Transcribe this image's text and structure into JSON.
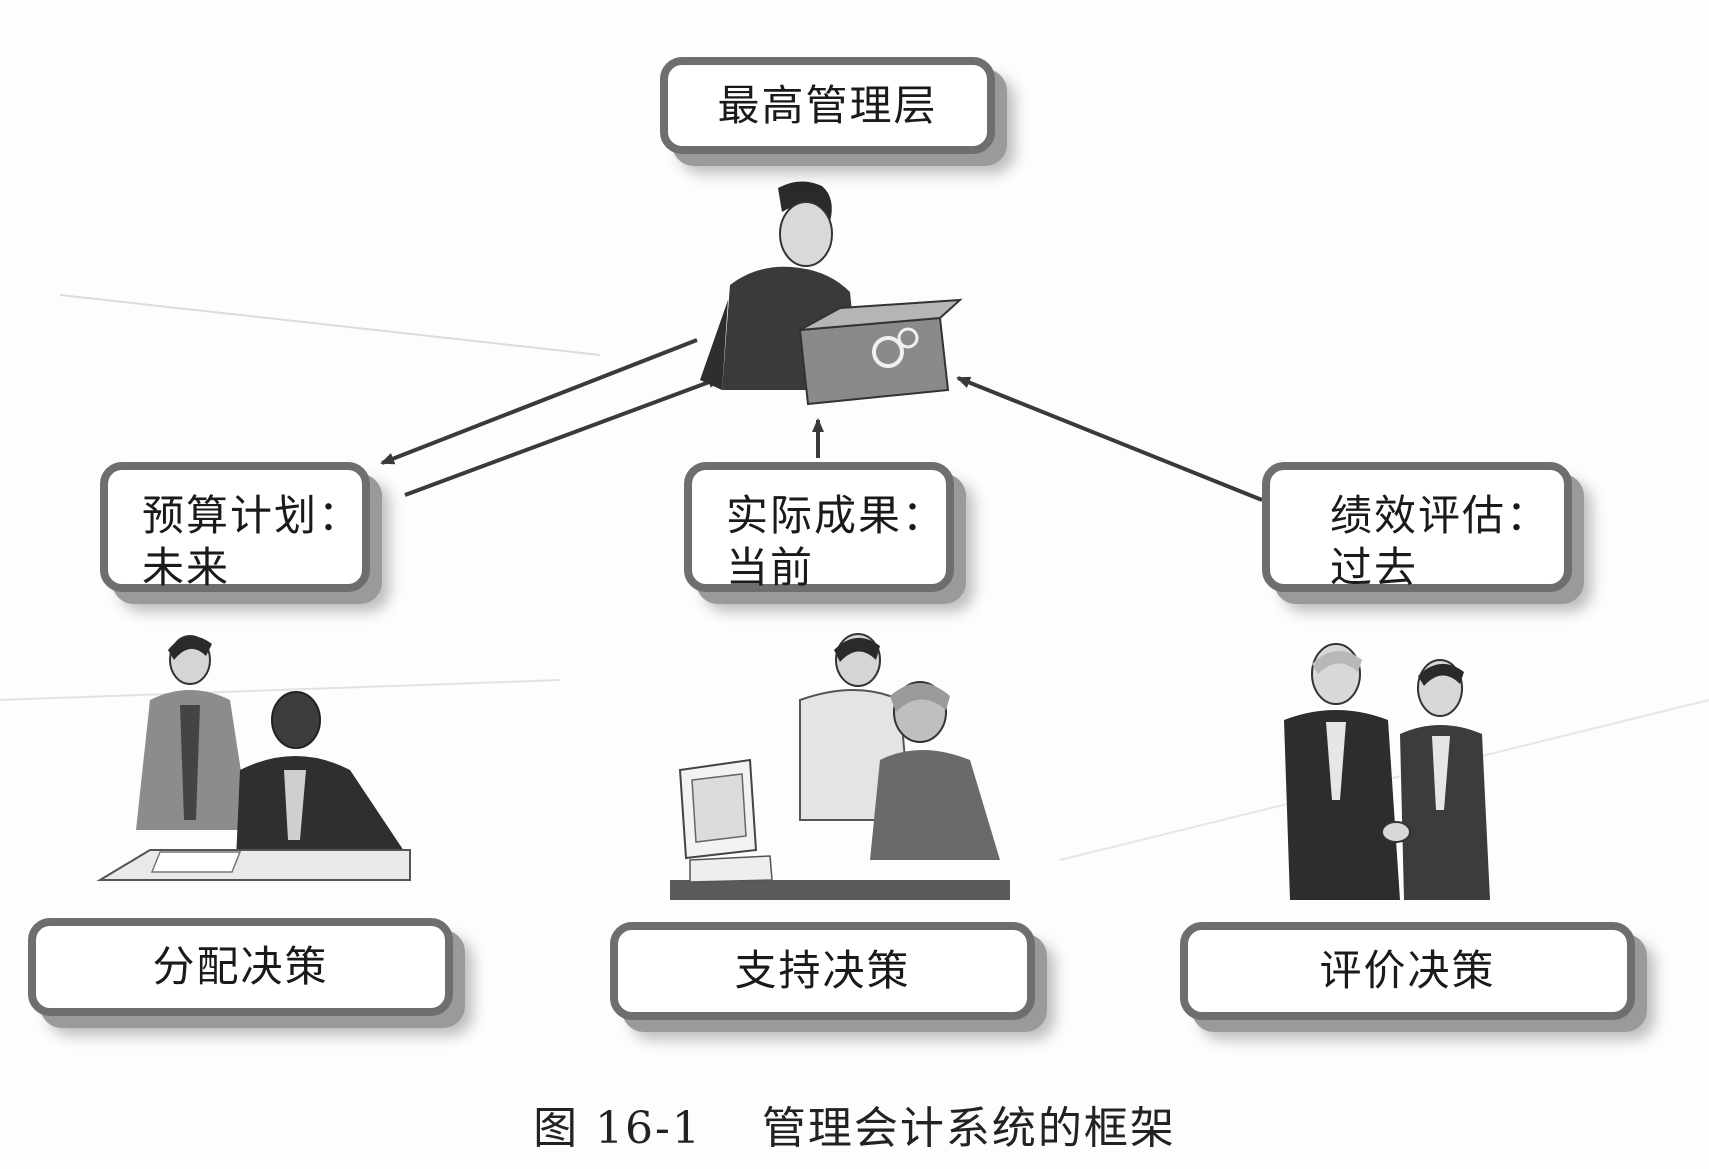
{
  "top_box": {
    "label": "最高管理层"
  },
  "mid_boxes": [
    {
      "line1": "预算计划：",
      "line2": "未来"
    },
    {
      "line1": "实际成果：",
      "line2": "当前"
    },
    {
      "line1": "绩效评估：",
      "line2": "过去"
    }
  ],
  "bottom_boxes": [
    {
      "label": "分配决策"
    },
    {
      "label": "支持决策"
    },
    {
      "label": "评价决策"
    }
  ],
  "caption": {
    "number": "图 16-1",
    "title": "管理会计系统的框架"
  },
  "colors": {
    "box_border": "#6e6e6e",
    "shadow": "#9a9a9a",
    "arrow": "#3a3a3a"
  }
}
